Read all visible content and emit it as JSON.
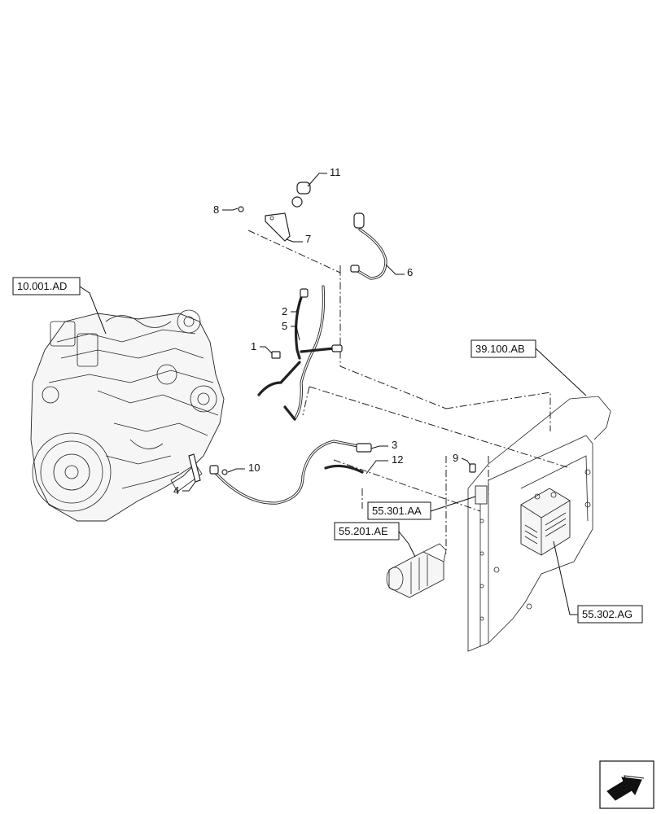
{
  "reference_boxes": [
    {
      "id": "engine",
      "label": "10.001.AD"
    },
    {
      "id": "frame",
      "label": "39.100.AB"
    },
    {
      "id": "relay",
      "label": "55.301.AA"
    },
    {
      "id": "starter",
      "label": "55.201.AE"
    },
    {
      "id": "battery",
      "label": "55.302.AG"
    }
  ],
  "callouts": [
    "1",
    "2",
    "3",
    "4",
    "5",
    "6",
    "7",
    "8",
    "9",
    "10",
    "11",
    "12"
  ],
  "nav_icon": "next-page-arrow-icon"
}
